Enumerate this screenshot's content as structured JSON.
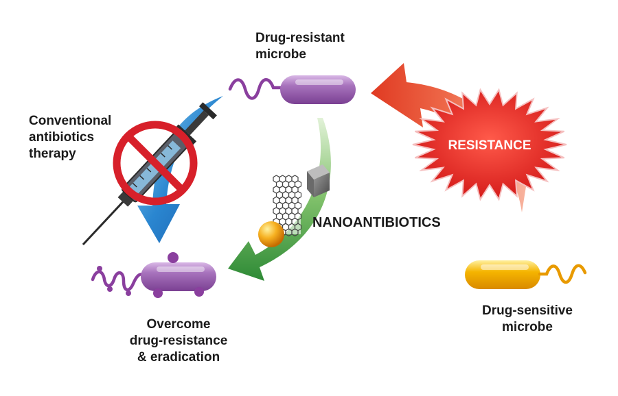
{
  "labels": {
    "drug_resistant": "Drug-resistant\nmicrobe",
    "conventional": "Conventional\nantibiotics\ntherapy",
    "nanoantibiotics": "NANOANTIBIOTICS",
    "resistance": "RESISTANCE",
    "overcome": "Overcome\ndrug-resistance\n& eradication",
    "drug_sensitive": "Drug-sensitive\nmicrobe"
  },
  "colors": {
    "microbe_purple": "#9b5fb0",
    "microbe_yellow": "#f0a800",
    "resistance_red": "#e8231e",
    "arrow_blue": "#1f6fc0",
    "arrow_green": "#3c9a3a",
    "arrow_orange": "#e8503a",
    "prohibit_red": "#d7202a"
  },
  "icons": {
    "syringe": "syringe-icon",
    "prohibit": "prohibition-icon",
    "nanotube": "carbon-nanotube-icon",
    "nanoparticle": "gold-nanoparticle-icon",
    "nanocube": "nanocube-icon"
  }
}
